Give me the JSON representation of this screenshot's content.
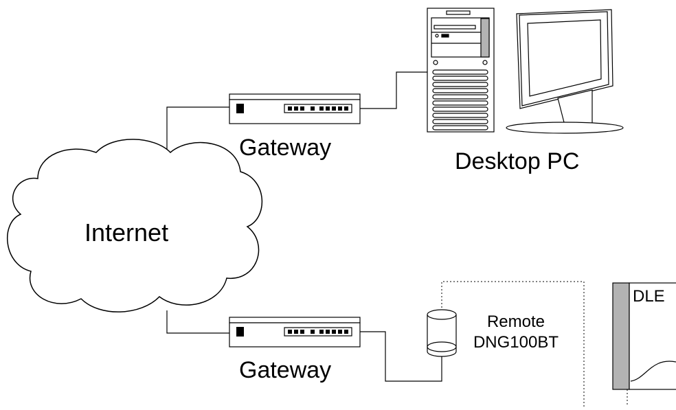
{
  "labels": {
    "internet": "Internet",
    "gateway_top": "Gateway",
    "gateway_bottom": "Gateway",
    "desktop_pc": "Desktop PC",
    "remote_line1": "Remote",
    "remote_line2": "DNG100BT",
    "dle": "DLE"
  }
}
